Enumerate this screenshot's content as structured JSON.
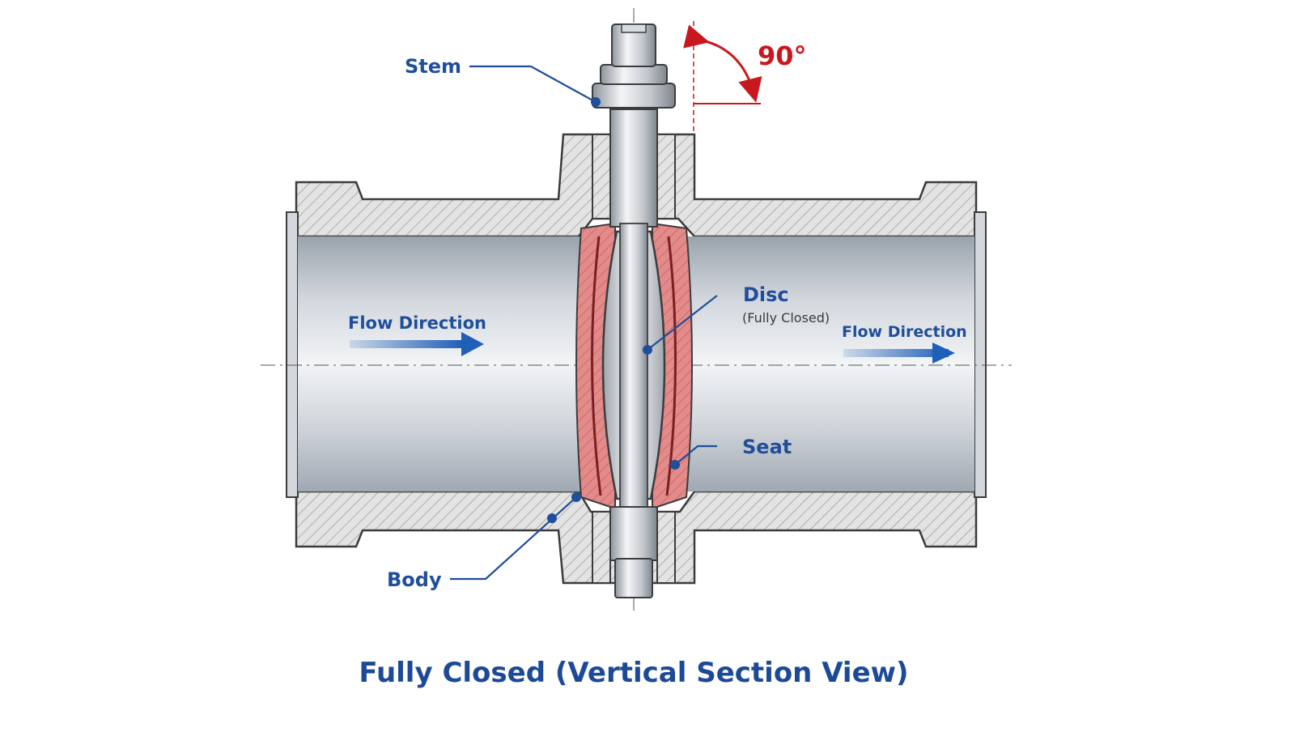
{
  "labels": {
    "stem": "Stem",
    "disc": "Disc",
    "disc_note": "(Fully Closed)",
    "seat": "Seat",
    "body": "Body",
    "flow_left": "Flow Direction",
    "flow_right": "Flow Direction",
    "angle": "90°"
  },
  "caption": "Fully Closed (Vertical Section View)",
  "colors": {
    "label": "#1f4e9a",
    "angle": "#c8181e",
    "seat": "#e07f80",
    "body_hatch": "#d9d9d9",
    "steel": "#c9ced6"
  }
}
